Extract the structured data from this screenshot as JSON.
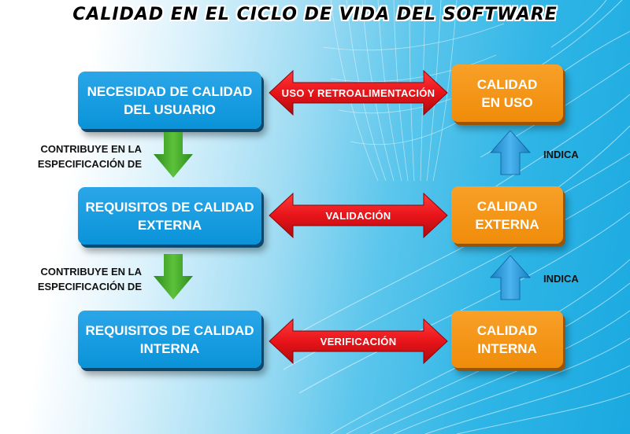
{
  "title": "CALIDAD EN EL CICLO DE VIDA DEL SOFTWARE",
  "colors": {
    "blue_box": "#1a9ee3",
    "orange_box": "#f39410",
    "red_arrow": "#e8141a",
    "green_arrow": "#44a52a",
    "blue_arrow": "#2e9de0",
    "background_light": "#ffffff",
    "background_dark": "#1aa9e0"
  },
  "left_column": [
    {
      "text": "NECESIDAD DE CALIDAD\nDEL USUARIO"
    },
    {
      "text": "REQUISITOS DE CALIDAD\nEXTERNA"
    },
    {
      "text": "REQUISITOS DE CALIDAD\nINTERNA"
    }
  ],
  "right_column": [
    {
      "text": "CALIDAD\nEN USO"
    },
    {
      "text": "CALIDAD\nEXTERNA"
    },
    {
      "text": "CALIDAD\nINTERNA"
    }
  ],
  "horizontal_arrows": [
    {
      "label": "USO Y RETROALIMENTACIÓN"
    },
    {
      "label": "VALIDACIÓN"
    },
    {
      "label": "VERIFICACIÓN"
    }
  ],
  "down_arrows": [
    {
      "label": "CONTRIBUYE EN LA\nESPECIFICACIÓN DE"
    },
    {
      "label": "CONTRIBUYE EN LA\nESPECIFICACIÓN DE"
    }
  ],
  "up_arrows": [
    {
      "label": "INDICA"
    },
    {
      "label": "INDICA"
    }
  ]
}
